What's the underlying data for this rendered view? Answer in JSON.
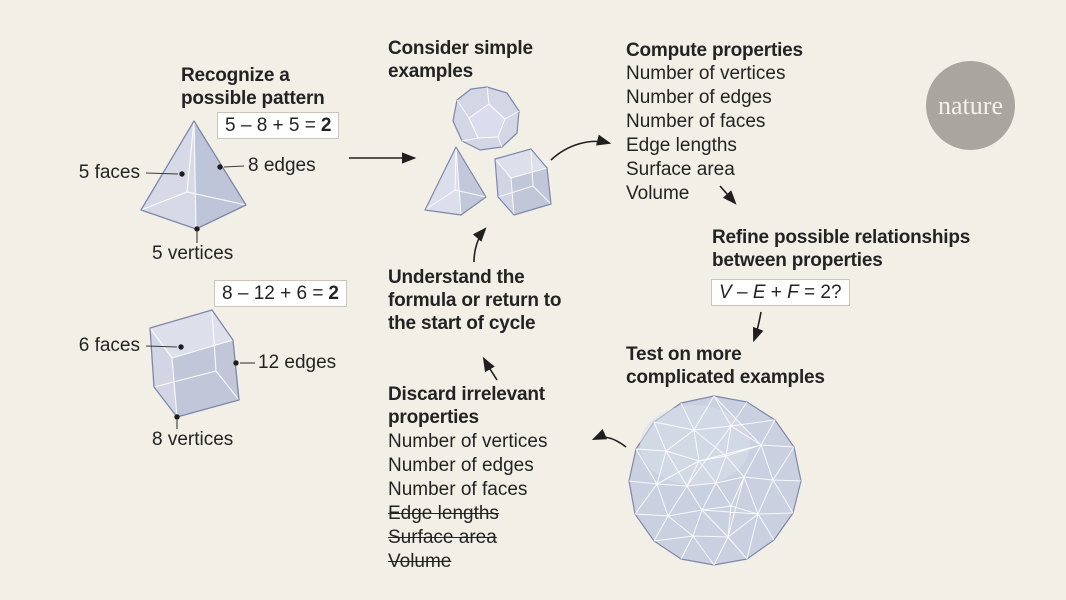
{
  "figure": {
    "background": "#f2f0e6",
    "text_color": "#232323",
    "shape_fill": "#ced3e2",
    "shape_stroke": "#7d87ab",
    "box_border": "#c9c6b8"
  },
  "logo": {
    "label": "nature",
    "bg": "#a8a69f",
    "fg": "#f4f2e8"
  },
  "steps": {
    "recognize": {
      "lines": [
        "Recognize a",
        "possible pattern"
      ]
    },
    "consider": {
      "lines": [
        "Consider simple",
        "examples"
      ]
    },
    "compute": {
      "title": "Compute properties",
      "items": [
        "Number of vertices",
        "Number of edges",
        "Number of faces",
        "Edge lengths",
        "Surface area",
        "Volume"
      ]
    },
    "refine": {
      "lines": [
        "Refine possible relationships",
        "between properties"
      ],
      "formula": [
        "V",
        " – ",
        "E",
        " + ",
        "F",
        " = 2?"
      ]
    },
    "test": {
      "lines": [
        "Test on more",
        "complicated examples"
      ]
    },
    "discard": {
      "lines": [
        "Discard irrelevant",
        "properties"
      ],
      "items": [
        "Number of vertices",
        "Number of edges",
        "Number of faces",
        "Edge lengths",
        "Surface area",
        "Volume"
      ]
    },
    "understand": {
      "lines": [
        "Understand the",
        "formula or return to",
        "the start of cycle"
      ]
    }
  },
  "pyramid_example": {
    "equation": {
      "expression": "5 – 8 + 5 =",
      "result": "2"
    },
    "labels": {
      "faces": "5 faces",
      "edges": "8 edges",
      "vertices": "5 vertices"
    }
  },
  "cube_example": {
    "equation": {
      "expression": "8 – 12 + 6 =",
      "result": "2"
    },
    "labels": {
      "faces": "6 faces",
      "edges": "12 edges",
      "vertices": "8 vertices"
    }
  }
}
